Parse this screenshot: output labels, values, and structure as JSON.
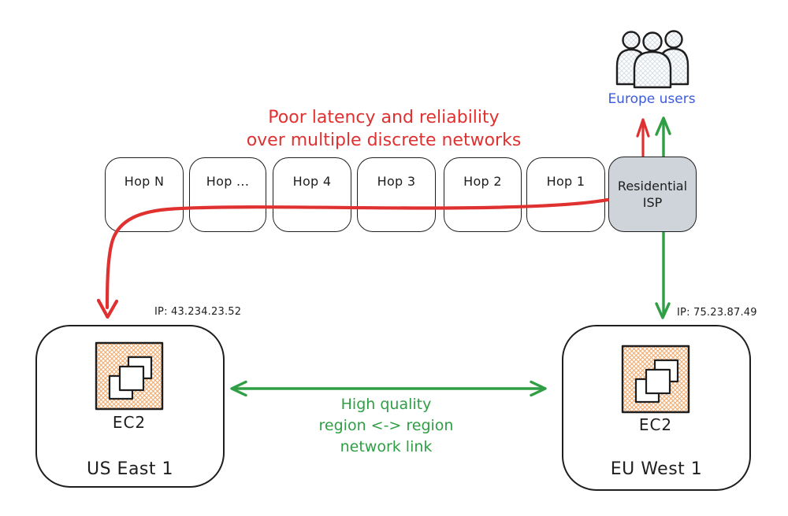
{
  "warning": {
    "line1": "Poor latency and reliability",
    "line2": "over multiple discrete networks"
  },
  "users": {
    "label": "Europe users"
  },
  "hops": {
    "items": [
      "Hop N",
      "Hop ...",
      "Hop 4",
      "Hop 3",
      "Hop 2",
      "Hop 1"
    ]
  },
  "isp": {
    "label": "Residential ISP"
  },
  "regions": {
    "us_east": {
      "ip": "IP: 43.234.23.52",
      "service": "EC2",
      "name": "US East 1"
    },
    "eu_west": {
      "ip": "IP: 75.23.87.49",
      "service": "EC2",
      "name": "EU West 1"
    }
  },
  "link_label": {
    "line1": "High quality",
    "line2": "region <-> region",
    "line3": "network link"
  },
  "icons": {
    "users_icon": "group-of-users-icon",
    "ec2_icon": "aws-ec2-instances-icon"
  },
  "colors": {
    "red": "#e03131",
    "green": "#2f9e44",
    "blue": "#3b5bdb",
    "stroke": "#1e1e1e",
    "isp_fill": "#ced4da",
    "orange_hatch": "#f3a869",
    "gray_hatch": "#d9dfe7"
  }
}
